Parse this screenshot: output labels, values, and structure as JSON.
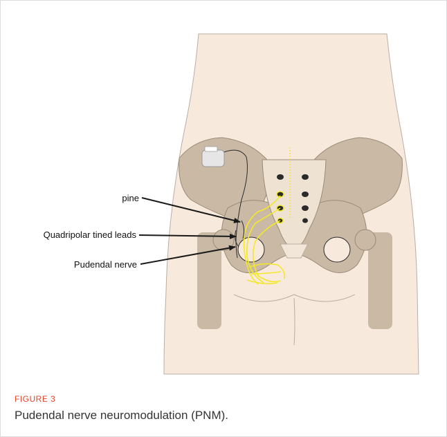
{
  "figure": {
    "labels": {
      "pine": "pine",
      "leads": "Quadripolar tined leads",
      "nerve": "Pudendal nerve"
    }
  },
  "caption": {
    "label": "FIGURE 3",
    "text": "Pudendal nerve neuromodulation (PNM)."
  },
  "colors": {
    "skin": "#f7e9dc",
    "bone": "#c9b9a5",
    "sacrum": "#eee3d3",
    "nerve": "#f3e82a",
    "accent": "#e0462e"
  }
}
